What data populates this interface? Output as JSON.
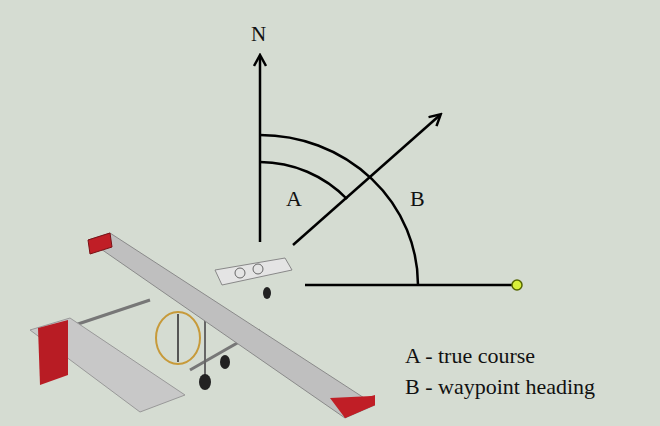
{
  "diagram": {
    "labels": [
      "N",
      "A",
      "B",
      "A - true course",
      "B - waypoint heading"
    ]
  }
}
